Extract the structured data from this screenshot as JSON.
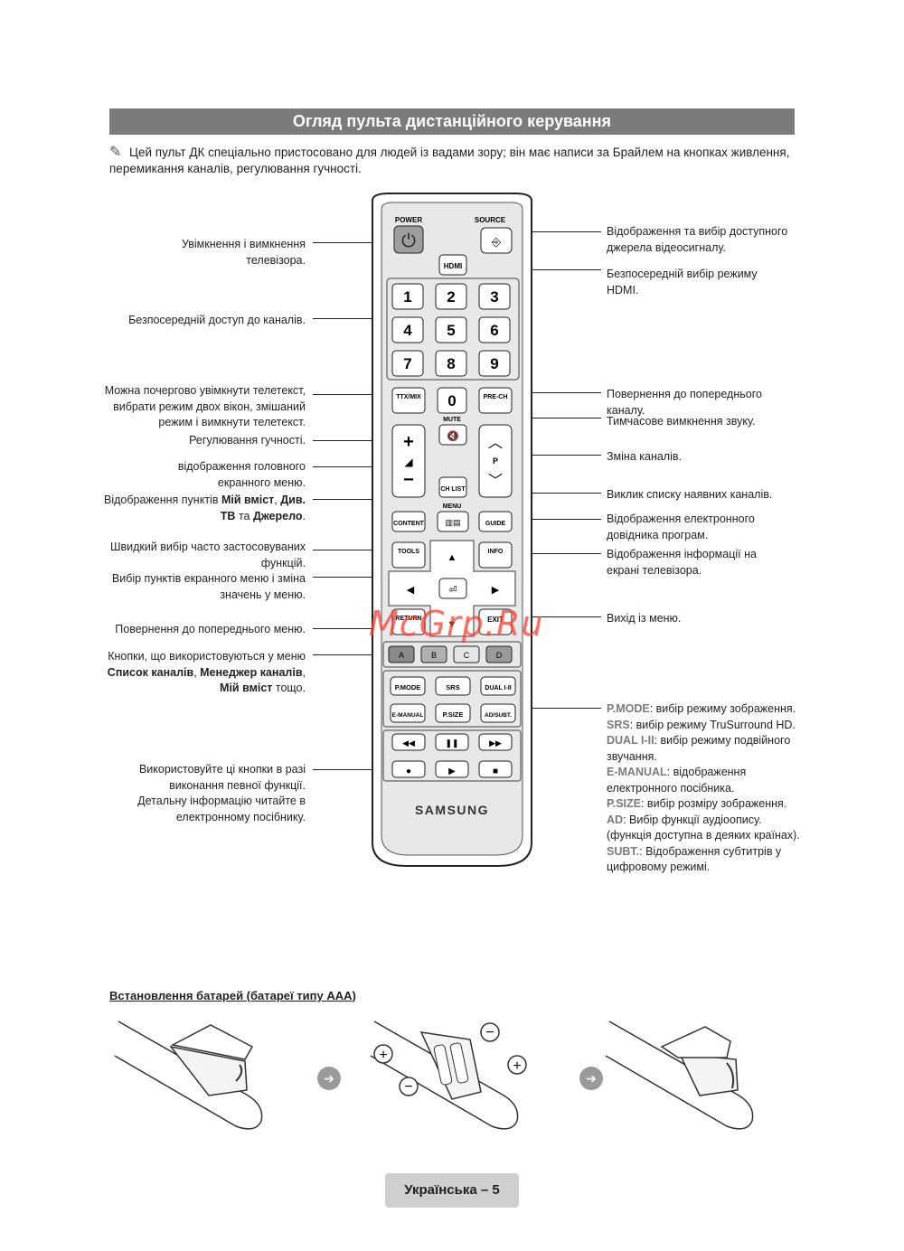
{
  "header": {
    "title": "Огляд пульта дистанційного керування"
  },
  "note": {
    "text": "Цей пульт ДК спеціально пристосовано для людей із вадами зору; він має написи за Брайлем на кнопках живлення, перемикання каналів, регулювання гучності."
  },
  "left_labels": {
    "power": "Увімкнення і вимкнення телевізора.",
    "channels": "Безпосередній доступ до каналів.",
    "ttx": "Можна почергово увімкнути телетекст, вибрати режим двох вікон, змішаний режим і вимкнути телетекст.",
    "volume": "Регулювання гучності.",
    "menu": "відображення головного екранного меню.",
    "content_pre": "Відображення пунктів ",
    "content_b1": "Мій вміст",
    "content_sep1": ", ",
    "content_b2": "Див. ТВ",
    "content_mid": " та ",
    "content_b3": "Джерело",
    "content_end": ".",
    "tools": "Швидкий вибір часто застосовуваних функцій.",
    "nav": "Вибір пунктів екранного меню і зміна значень у меню.",
    "return": "Повернення до попереднього меню.",
    "abcd_pre": "Кнопки, що використовуються у меню ",
    "abcd_b1": "Список каналів",
    "abcd_sep": ", ",
    "abcd_b2": "Менеджер каналів",
    "abcd_b3": "Мій вміст",
    "abcd_end": " тощо.",
    "playback": "Використовуйте ці кнопки в разі виконання певної функції. Детальну інформацію читайте в електронному посібнику."
  },
  "right_labels": {
    "source": "Відображення та вибір доступного джерела відеосигналу.",
    "hdmi": "Безпосередній вибір режиму HDMI.",
    "prech": "Повернення до попереднього каналу.",
    "mute": "Тимчасове вимкнення звуку.",
    "channel": "Зміна каналів.",
    "chlist": "Виклик списку наявних каналів.",
    "guide": "Відображення електронного довідника програм.",
    "info": "Відображення інформації на екрані телевізора.",
    "exit": "Вихід із меню."
  },
  "functions": [
    {
      "key": "P.MODE",
      "text": ": вибір режиму зображення."
    },
    {
      "key": "SRS",
      "text": ": вибір режиму TruSurround HD."
    },
    {
      "key": "DUAL I-II",
      "text": ": вибір режиму подвійного звучання."
    },
    {
      "key": "E-MANUAL",
      "text": ": відображення електронного посібника."
    },
    {
      "key": "P.SIZE",
      "text": ": вибір розміру зображення."
    },
    {
      "key": "AD",
      "text": ": Вибір функції аудіоопису. (функція доступна в деяких країнах)."
    },
    {
      "key": "SUBT.",
      "text": ": Відображення субтитрів у цифровому режимі."
    }
  ],
  "remote": {
    "power": "POWER",
    "source": "SOURCE",
    "hdmi": "HDMI",
    "digits": [
      "1",
      "2",
      "3",
      "4",
      "5",
      "6",
      "7",
      "8",
      "9"
    ],
    "zero": "0",
    "ttx": "TTX/MIX",
    "prech": "PRE-CH",
    "mute": "MUTE",
    "p": "P",
    "chlist": "CH LIST",
    "menu": "MENU",
    "content": "CONTENT",
    "guide": "GUIDE",
    "tools": "TOOLS",
    "info": "INFO",
    "return": "RETURN",
    "exit": "EXIT",
    "color_keys": [
      "A",
      "B",
      "C",
      "D"
    ],
    "color_fills": [
      "#8a8a8a",
      "#b0b0b0",
      "#e6e6e6",
      "#9a9a9a"
    ],
    "pmode": "P.MODE",
    "srs": "SRS",
    "dual": "DUAL I-II",
    "emanual": "E-MANUAL",
    "psize": "P.SIZE",
    "adsubt": "AD/SUBT.",
    "brand": "SAMSUNG"
  },
  "watermark": "McGrp.Ru",
  "battery": {
    "title": "Встановлення батарей (батареї типу AAA)"
  },
  "footer": {
    "page": "Українська – 5"
  }
}
